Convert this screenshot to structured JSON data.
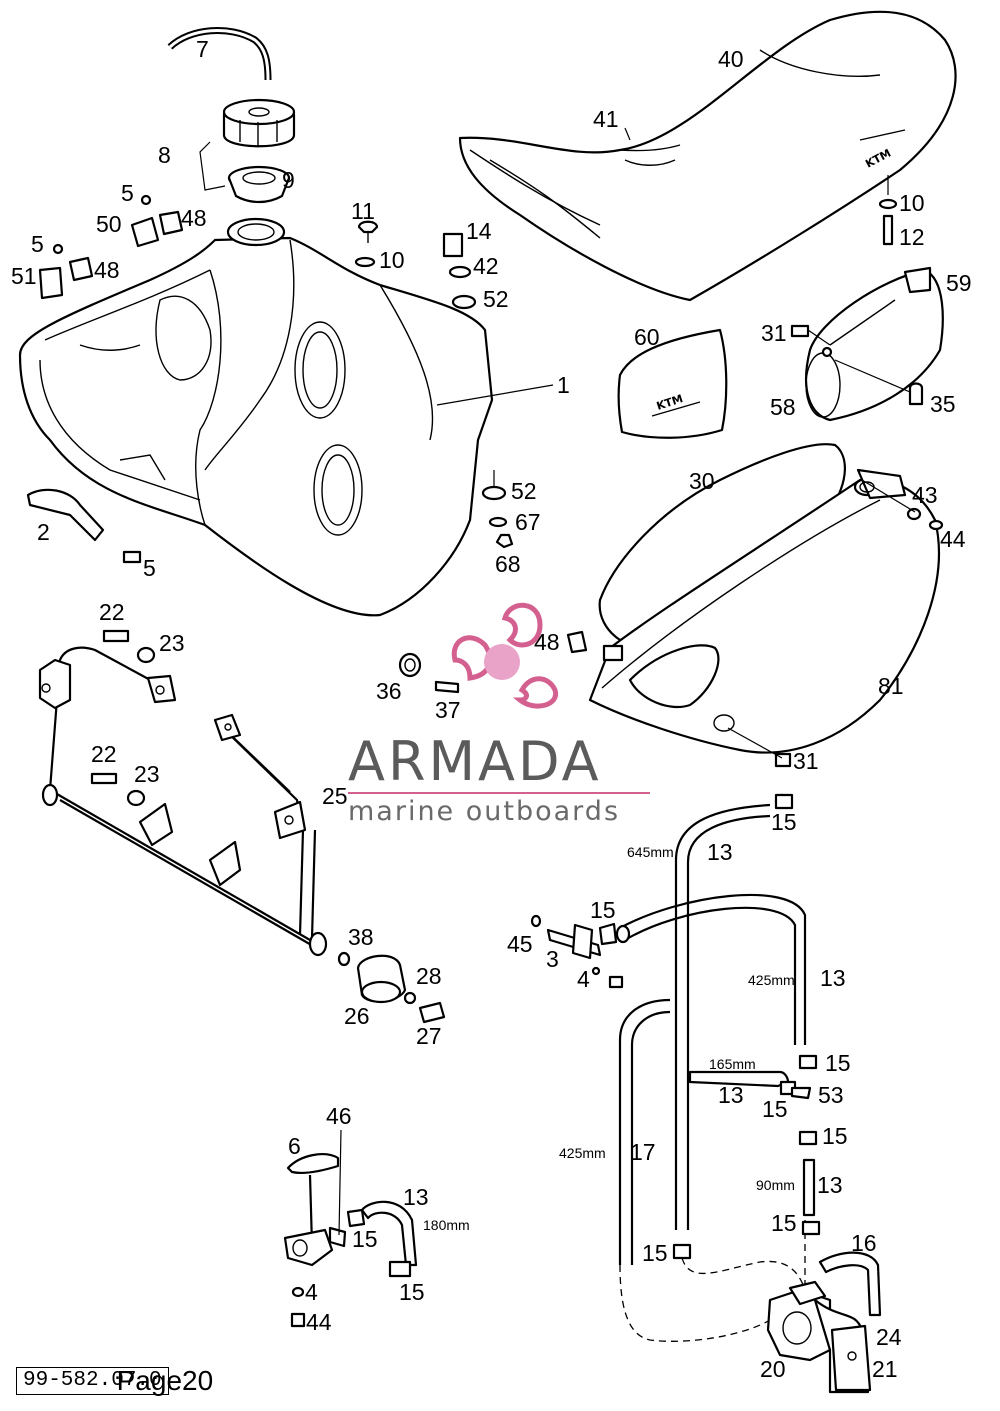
{
  "labels": {
    "l7": "7",
    "l8": "8",
    "l9": "9",
    "l5a": "5",
    "l50": "50",
    "l48a": "48",
    "l5b": "5",
    "l51": "51",
    "l48b": "48",
    "l11": "11",
    "l10a": "10",
    "l14": "14",
    "l42": "42",
    "l52a": "52",
    "l1": "1",
    "l2": "2",
    "l5c": "5",
    "l52b": "52",
    "l67": "67",
    "l68": "68",
    "l40": "40",
    "l41": "41",
    "l10b": "10",
    "l12": "12",
    "l59": "59",
    "l31a": "31",
    "l60": "60",
    "l35": "35",
    "l58": "58",
    "l30": "30",
    "l43": "43",
    "l44a": "44",
    "l48c": "48",
    "l81": "81",
    "l31b": "31",
    "l22a": "22",
    "l23a": "23",
    "l36": "36",
    "l37": "37",
    "l22b": "22",
    "l23b": "23",
    "l25": "25",
    "l38": "38",
    "l28": "28",
    "l26": "26",
    "l27": "27",
    "l15a": "15",
    "l13a": "13",
    "l15b": "15",
    "l45": "45",
    "l3": "3",
    "l4a": "4",
    "l13b": "13",
    "l15c": "15",
    "l13c": "13",
    "l15d": "15",
    "l53": "53",
    "l15e": "15",
    "l17": "17",
    "l13d": "13",
    "l15f": "15",
    "l15g": "15",
    "l16": "16",
    "l46": "46",
    "l6": "6",
    "l13e": "13",
    "l15h": "15",
    "l15i": "15",
    "l4b": "4",
    "l44b": "44",
    "l24": "24",
    "l20": "20",
    "l21": "21"
  },
  "measurements": {
    "m645": "645mm",
    "m425a": "425mm",
    "m165": "165mm",
    "m425b": "425mm",
    "m90": "90mm",
    "m180": "180mm"
  },
  "watermark": {
    "brand": "ARMADA",
    "tagline": "marine outboards",
    "accent": "#e9a3c8",
    "accent_dark": "#d4608f"
  },
  "decals": {
    "ktm": "KTM"
  },
  "footer": {
    "code": "99-582.07.0",
    "page": "Page20"
  }
}
